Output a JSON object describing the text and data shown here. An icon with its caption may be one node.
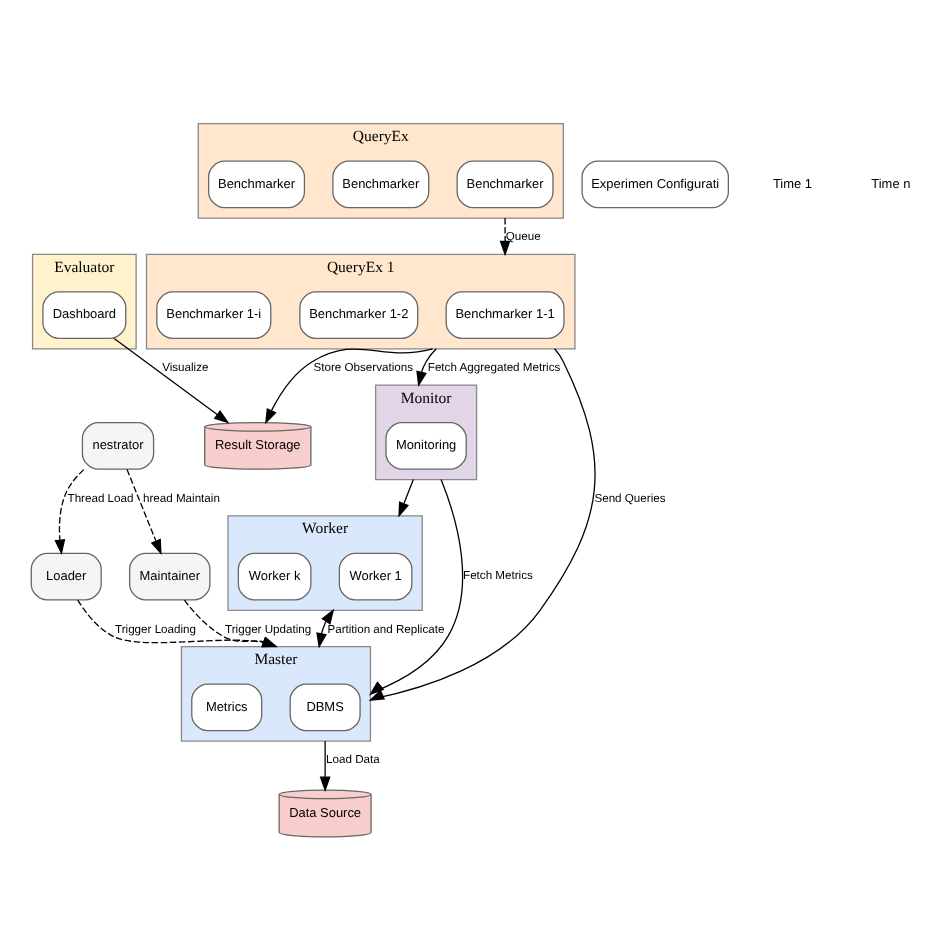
{
  "diagram": {
    "nodes": [
      {
        "text": [
          "nestrator"
        ]
      },
      {
        "text": [
          "Loader"
        ]
      },
      {
        "text": [
          "Maintainer"
        ]
      },
      {
        "text": [
          "Monitor"
        ]
      },
      {
        "text": [
          "Monitoring"
        ],
        "in": 3
      },
      {
        "text": [
          "Worker"
        ]
      },
      {
        "text": [
          "Worker 1"
        ],
        "in": 5
      },
      {
        "text": [
          "Worker k"
        ],
        "in": 5
      },
      {
        "text": [
          "Master"
        ]
      },
      {
        "text": [
          "DBMS"
        ],
        "in": 8
      },
      {
        "text": [
          "Metrics"
        ],
        "in": 8
      },
      {
        "text": [
          "QueryEx 1"
        ]
      },
      {
        "text": [
          "Benchmarker 1-1"
        ],
        "in": 11
      },
      {
        "text": [
          "Benchmarker 1-2"
        ],
        "in": 11
      },
      {
        "text": [
          "Benchmarker 1-i"
        ],
        "in": 11
      },
      {
        "text": [
          "QueryEx"
        ]
      },
      {
        "text": [
          "Benchmarker"
        ],
        "in": 15
      },
      {
        "text": [
          "Benchmarker"
        ],
        "in": 15
      },
      {
        "text": [
          "Benchmarker"
        ],
        "in": 15
      },
      {
        "text": [
          "Data Source"
        ]
      },
      {
        "text": [
          "Result Storage"
        ]
      },
      {
        "text": [
          "Evaluator"
        ]
      },
      {
        "text": [
          "Dashboard"
        ],
        "in": 21
      },
      {
        "text": [
          "Experimen Configurati"
        ]
      }
    ],
    "edges": [
      {
        "from": 0,
        "to": 1,
        "arrow": "to",
        "label": "Thread Load",
        "style": "dashed"
      },
      {
        "from": 0,
        "to": 2,
        "arrow": "to",
        "label": "hread Maintain",
        "style": "dashed"
      },
      {
        "from": 1,
        "to": 8,
        "arrow": "to",
        "label": "Trigger Loading",
        "style": "dashed"
      },
      {
        "from": 2,
        "to": 8,
        "arrow": "to",
        "label": "Trigger Updating",
        "style": "dashed"
      },
      {
        "from": 3,
        "to": 5,
        "arrow": "to"
      },
      {
        "from": 3,
        "to": 8,
        "arrow": "to",
        "label": "Fetch Metrics"
      },
      {
        "from": 11,
        "to": 3,
        "arrow": "to",
        "label": "Fetch Aggregated Metrics"
      },
      {
        "from": 5,
        "to": 8,
        "arrow": "both",
        "label": "Partition and Replicate"
      },
      {
        "from": 11,
        "to": 8,
        "arrow": "to",
        "label": "Send Queries"
      },
      {
        "from": 15,
        "to": 11,
        "arrow": "to",
        "label": "Queue",
        "style": "dashed"
      },
      {
        "from": 8,
        "to": 19,
        "arrow": "to",
        "label": "Load Data"
      },
      {
        "from": 11,
        "to": 20,
        "arrow": "to",
        "label": "Store Observations"
      },
      {
        "from": 22,
        "to": 20,
        "arrow": "to",
        "label": "Visualize"
      }
    ],
    "labels": [
      "Time 1",
      "Time n"
    ]
  }
}
